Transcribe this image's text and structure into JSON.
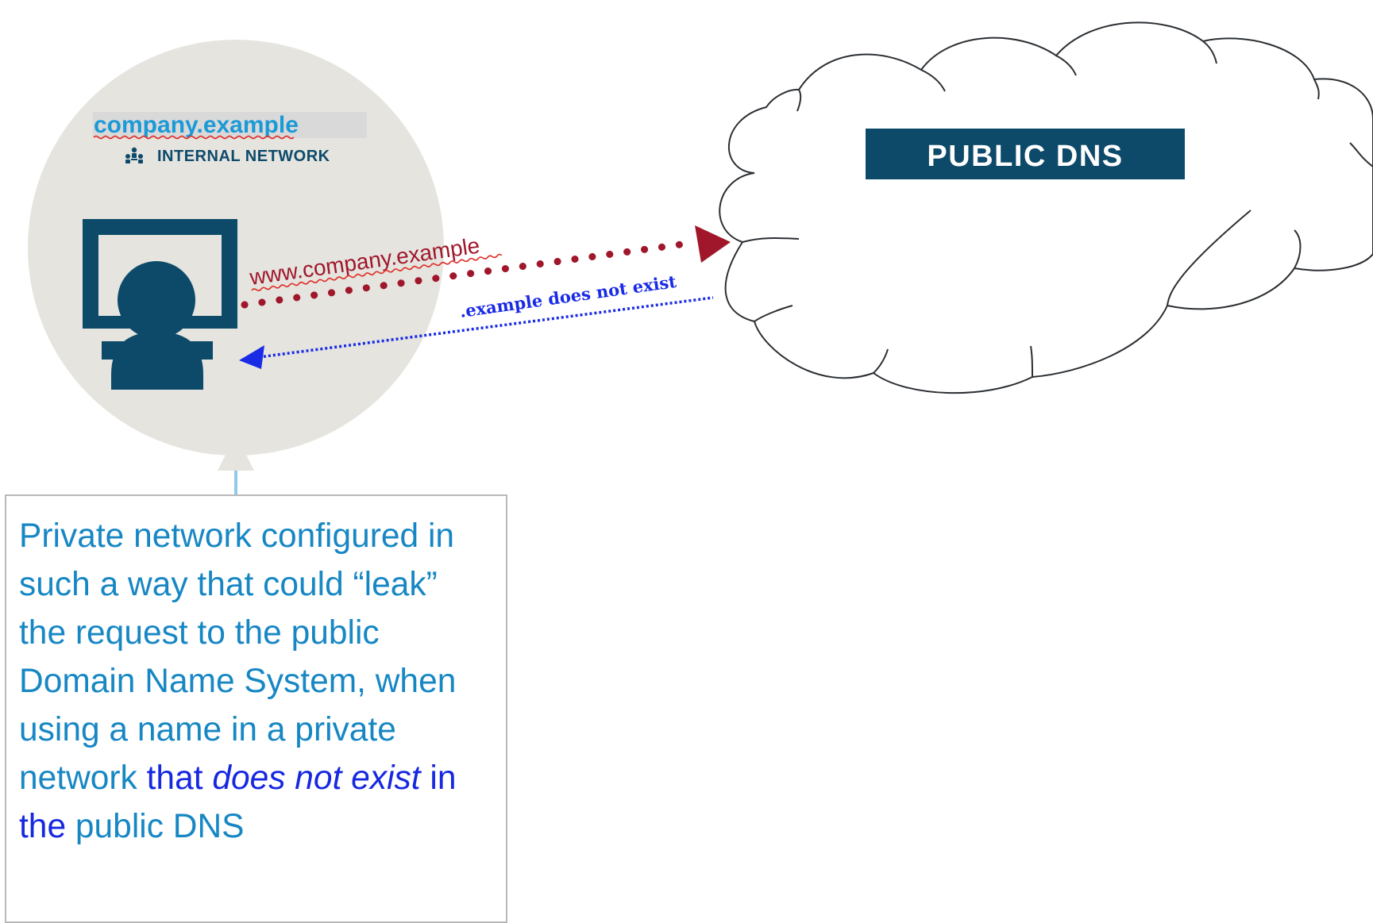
{
  "network": {
    "domain": "company.example",
    "label": "INTERNAL NETWORK"
  },
  "dns": {
    "label": "PUBLIC DNS"
  },
  "request": {
    "label": "www.company.example"
  },
  "response": {
    "label": ".example does not exist"
  },
  "note": {
    "before": "Private network configured in such a way that could “leak” the request to the public Domain Name System, when using a name in a private network",
    "emphasis_prefix": "that ",
    "emphasis_italic": "does not exist",
    "emphasis_suffix": " in the",
    "after": "public DNS"
  },
  "colors": {
    "circle": "#e5e4df",
    "icon": "#0d4a6a",
    "request": "#a0162a",
    "response": "#1a2be6",
    "note_text": "#1787c4",
    "note_emphasis": "#1628e0",
    "dns_box": "#0d4a6a"
  },
  "icons": {
    "user_terminal": "user-at-computer-icon",
    "network": "people-network-icon"
  }
}
